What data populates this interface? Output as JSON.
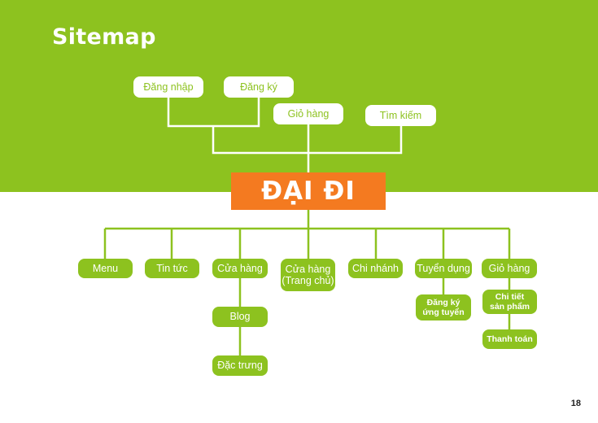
{
  "title": "Sitemap",
  "root": "ĐẠI ĐI",
  "top_nodes": {
    "login": "Đăng nhập",
    "register": "Đăng ký",
    "cart": "Giỏ hàng",
    "search": "Tìm kiếm"
  },
  "nav": {
    "menu": "Menu",
    "news": "Tin tức",
    "store": "Cửa hàng",
    "store_home": "Cửa hàng\n(Trang chủ)",
    "branch": "Chi nhánh",
    "recruit": "Tuyển dụng",
    "cart": "Giỏ hàng"
  },
  "sub": {
    "blog": "Blog",
    "featured": "Đặc trưng",
    "apply": "Đăng ký\nứng tuyển",
    "product_detail": "Chi tiết\nsản phẩm",
    "checkout": "Thanh toán"
  },
  "colors": {
    "green": "#8dc21f",
    "orange": "#f47a20",
    "white": "#ffffff"
  },
  "page_number": "18"
}
